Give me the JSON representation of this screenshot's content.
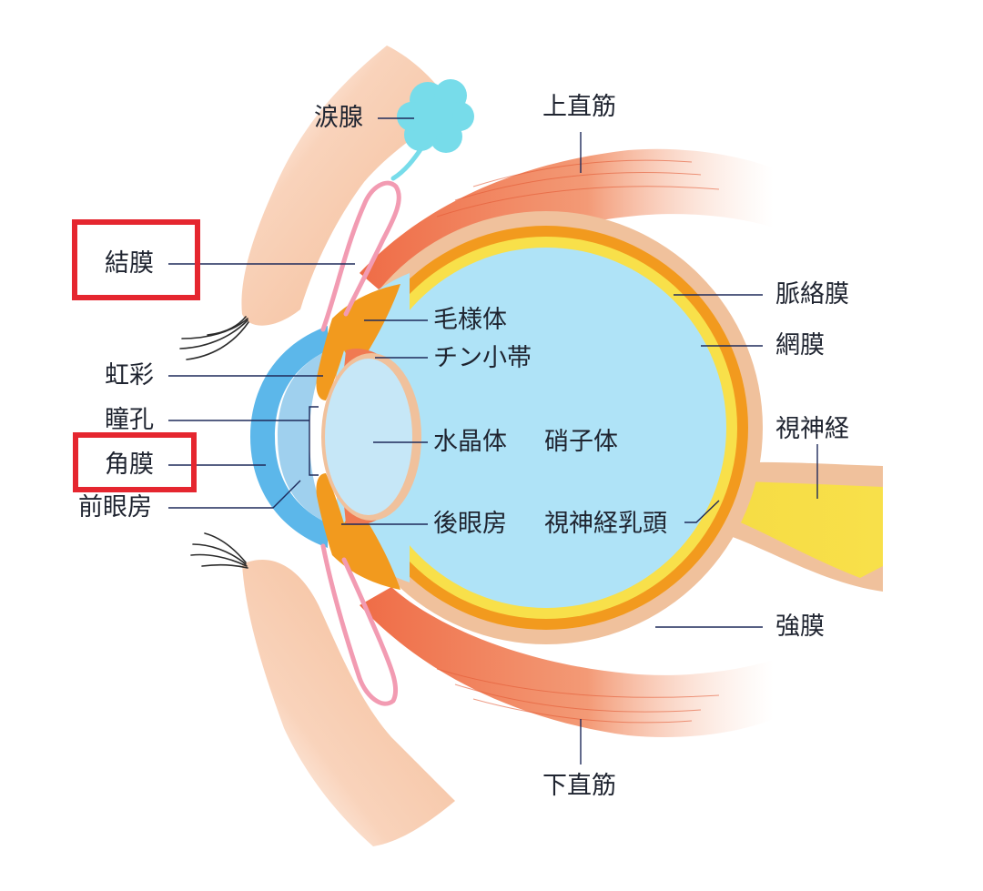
{
  "labels": {
    "lacrimal_gland": "涙腺",
    "superior_rectus": "上直筋",
    "conjunctiva": "結膜",
    "choroid": "脈絡膜",
    "ciliary_body": "毛様体",
    "retina": "網膜",
    "zonule": "チン小帯",
    "iris": "虹彩",
    "optic_nerve": "視神経",
    "pupil": "瞳孔",
    "lens": "水晶体",
    "vitreous": "硝子体",
    "cornea": "角膜",
    "anterior_chamber": "前眼房",
    "posterior_chamber": "後眼房",
    "optic_disc": "視神経乳頭",
    "sclera": "強膜",
    "inferior_rectus": "下直筋"
  },
  "highlighted": [
    "結膜",
    "角膜"
  ],
  "colors": {
    "highlight": "#e5262f",
    "skin": "#f6c6a6",
    "muscle": "#f07a52",
    "sclera": "#f0c19c",
    "choroid": "#f29a1e",
    "retina": "#f8e04a",
    "vitreous": "#afe3f7",
    "cornea": "#5cb7ea",
    "lens": "#c6e7f7",
    "lacrimal": "#77dcea",
    "conjunctiva": "#f29bb2",
    "leader": "#1f2a5a"
  }
}
